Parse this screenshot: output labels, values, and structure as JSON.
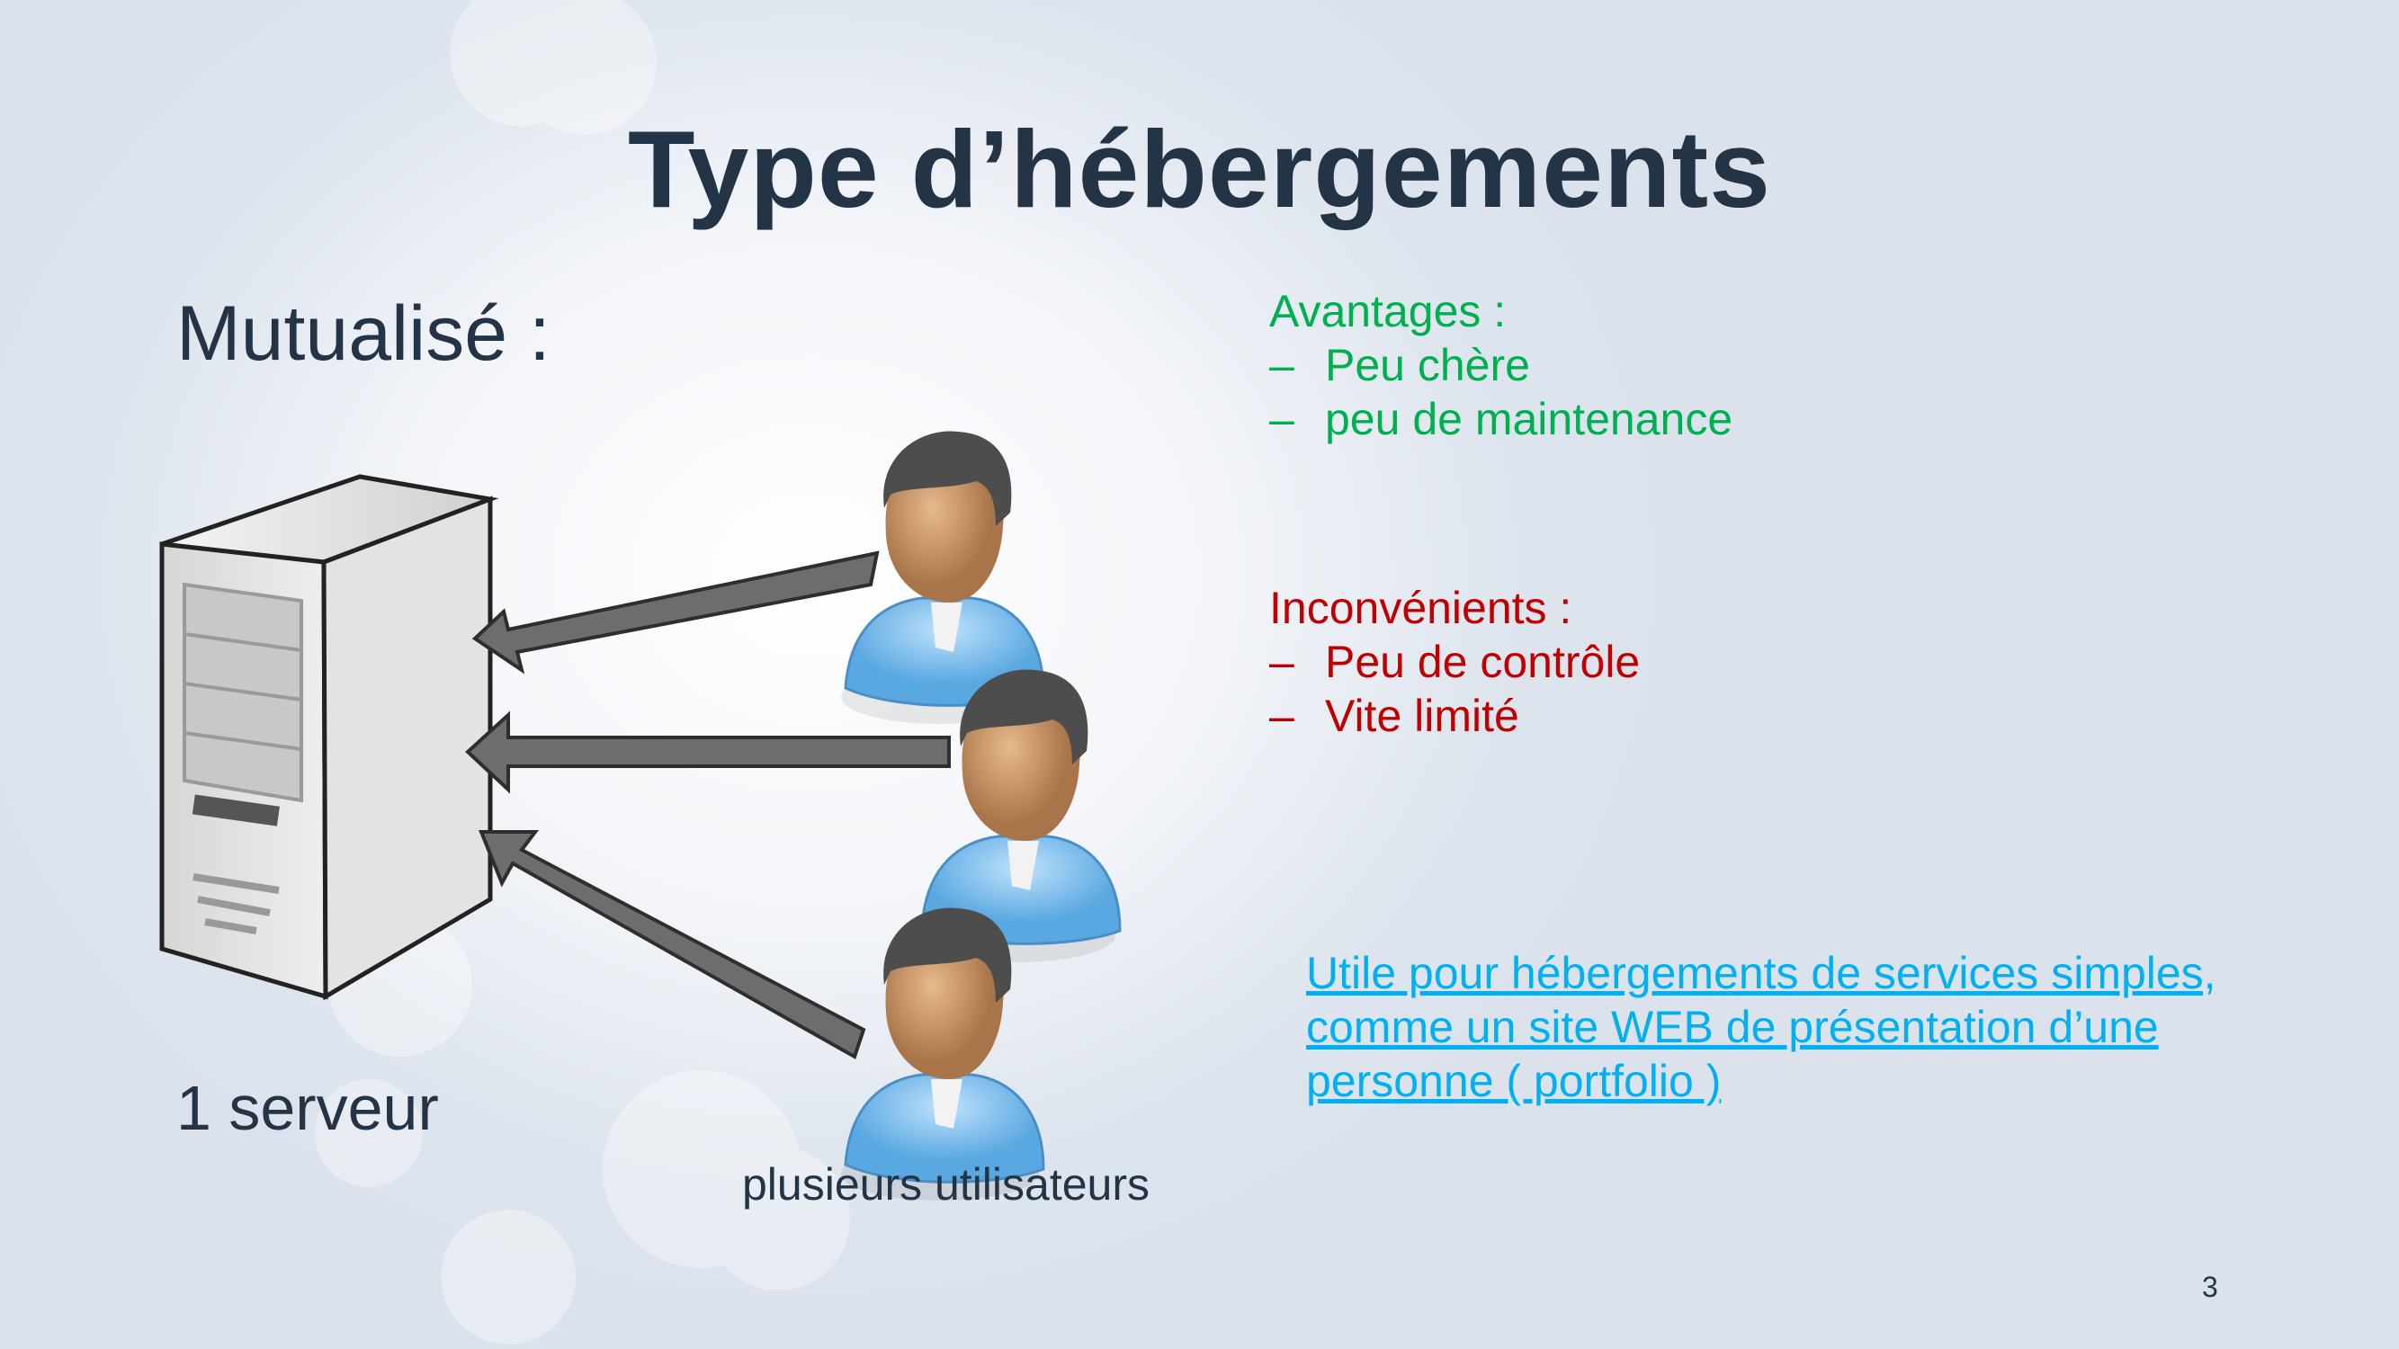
{
  "slide": {
    "title": "Type d’hébergements",
    "subtitle": "Mutualisé :",
    "advantages": {
      "heading": "Avantages :",
      "items": [
        "Peu chère",
        "peu de maintenance"
      ],
      "color": "#00b050"
    },
    "disadvantages": {
      "heading": "Inconvénients :",
      "items": [
        "Peu de contrôle",
        "Vite limité"
      ],
      "color": "#c00000"
    },
    "bullet": "–",
    "link_text": "Utile pour hébergements de services simples, comme un site WEB de présentation d’une personne ( portfolio )",
    "server_caption": "1 serveur",
    "users_caption": "plusieurs utilisateurs",
    "page_number": "3",
    "icons": [
      "server-icon",
      "user-icon",
      "arrow-icon"
    ]
  }
}
